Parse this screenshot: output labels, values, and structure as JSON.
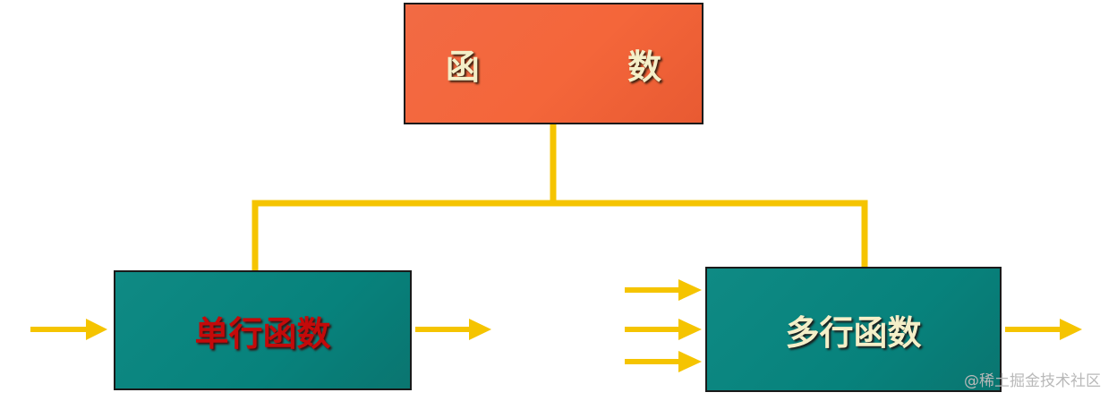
{
  "nodes": {
    "root": {
      "label": "函 数"
    },
    "single_row": {
      "label": "单行函数"
    },
    "multi_row": {
      "label": "多行函数"
    }
  },
  "watermark": "@稀土掘金技术社区",
  "colors": {
    "root_fill": "#f4663a",
    "child_fill": "#07827c",
    "connector": "#f5c400",
    "single_row_text": "#c40a0a",
    "multi_row_text": "#f4efc8",
    "root_text": "#f4efc8"
  }
}
